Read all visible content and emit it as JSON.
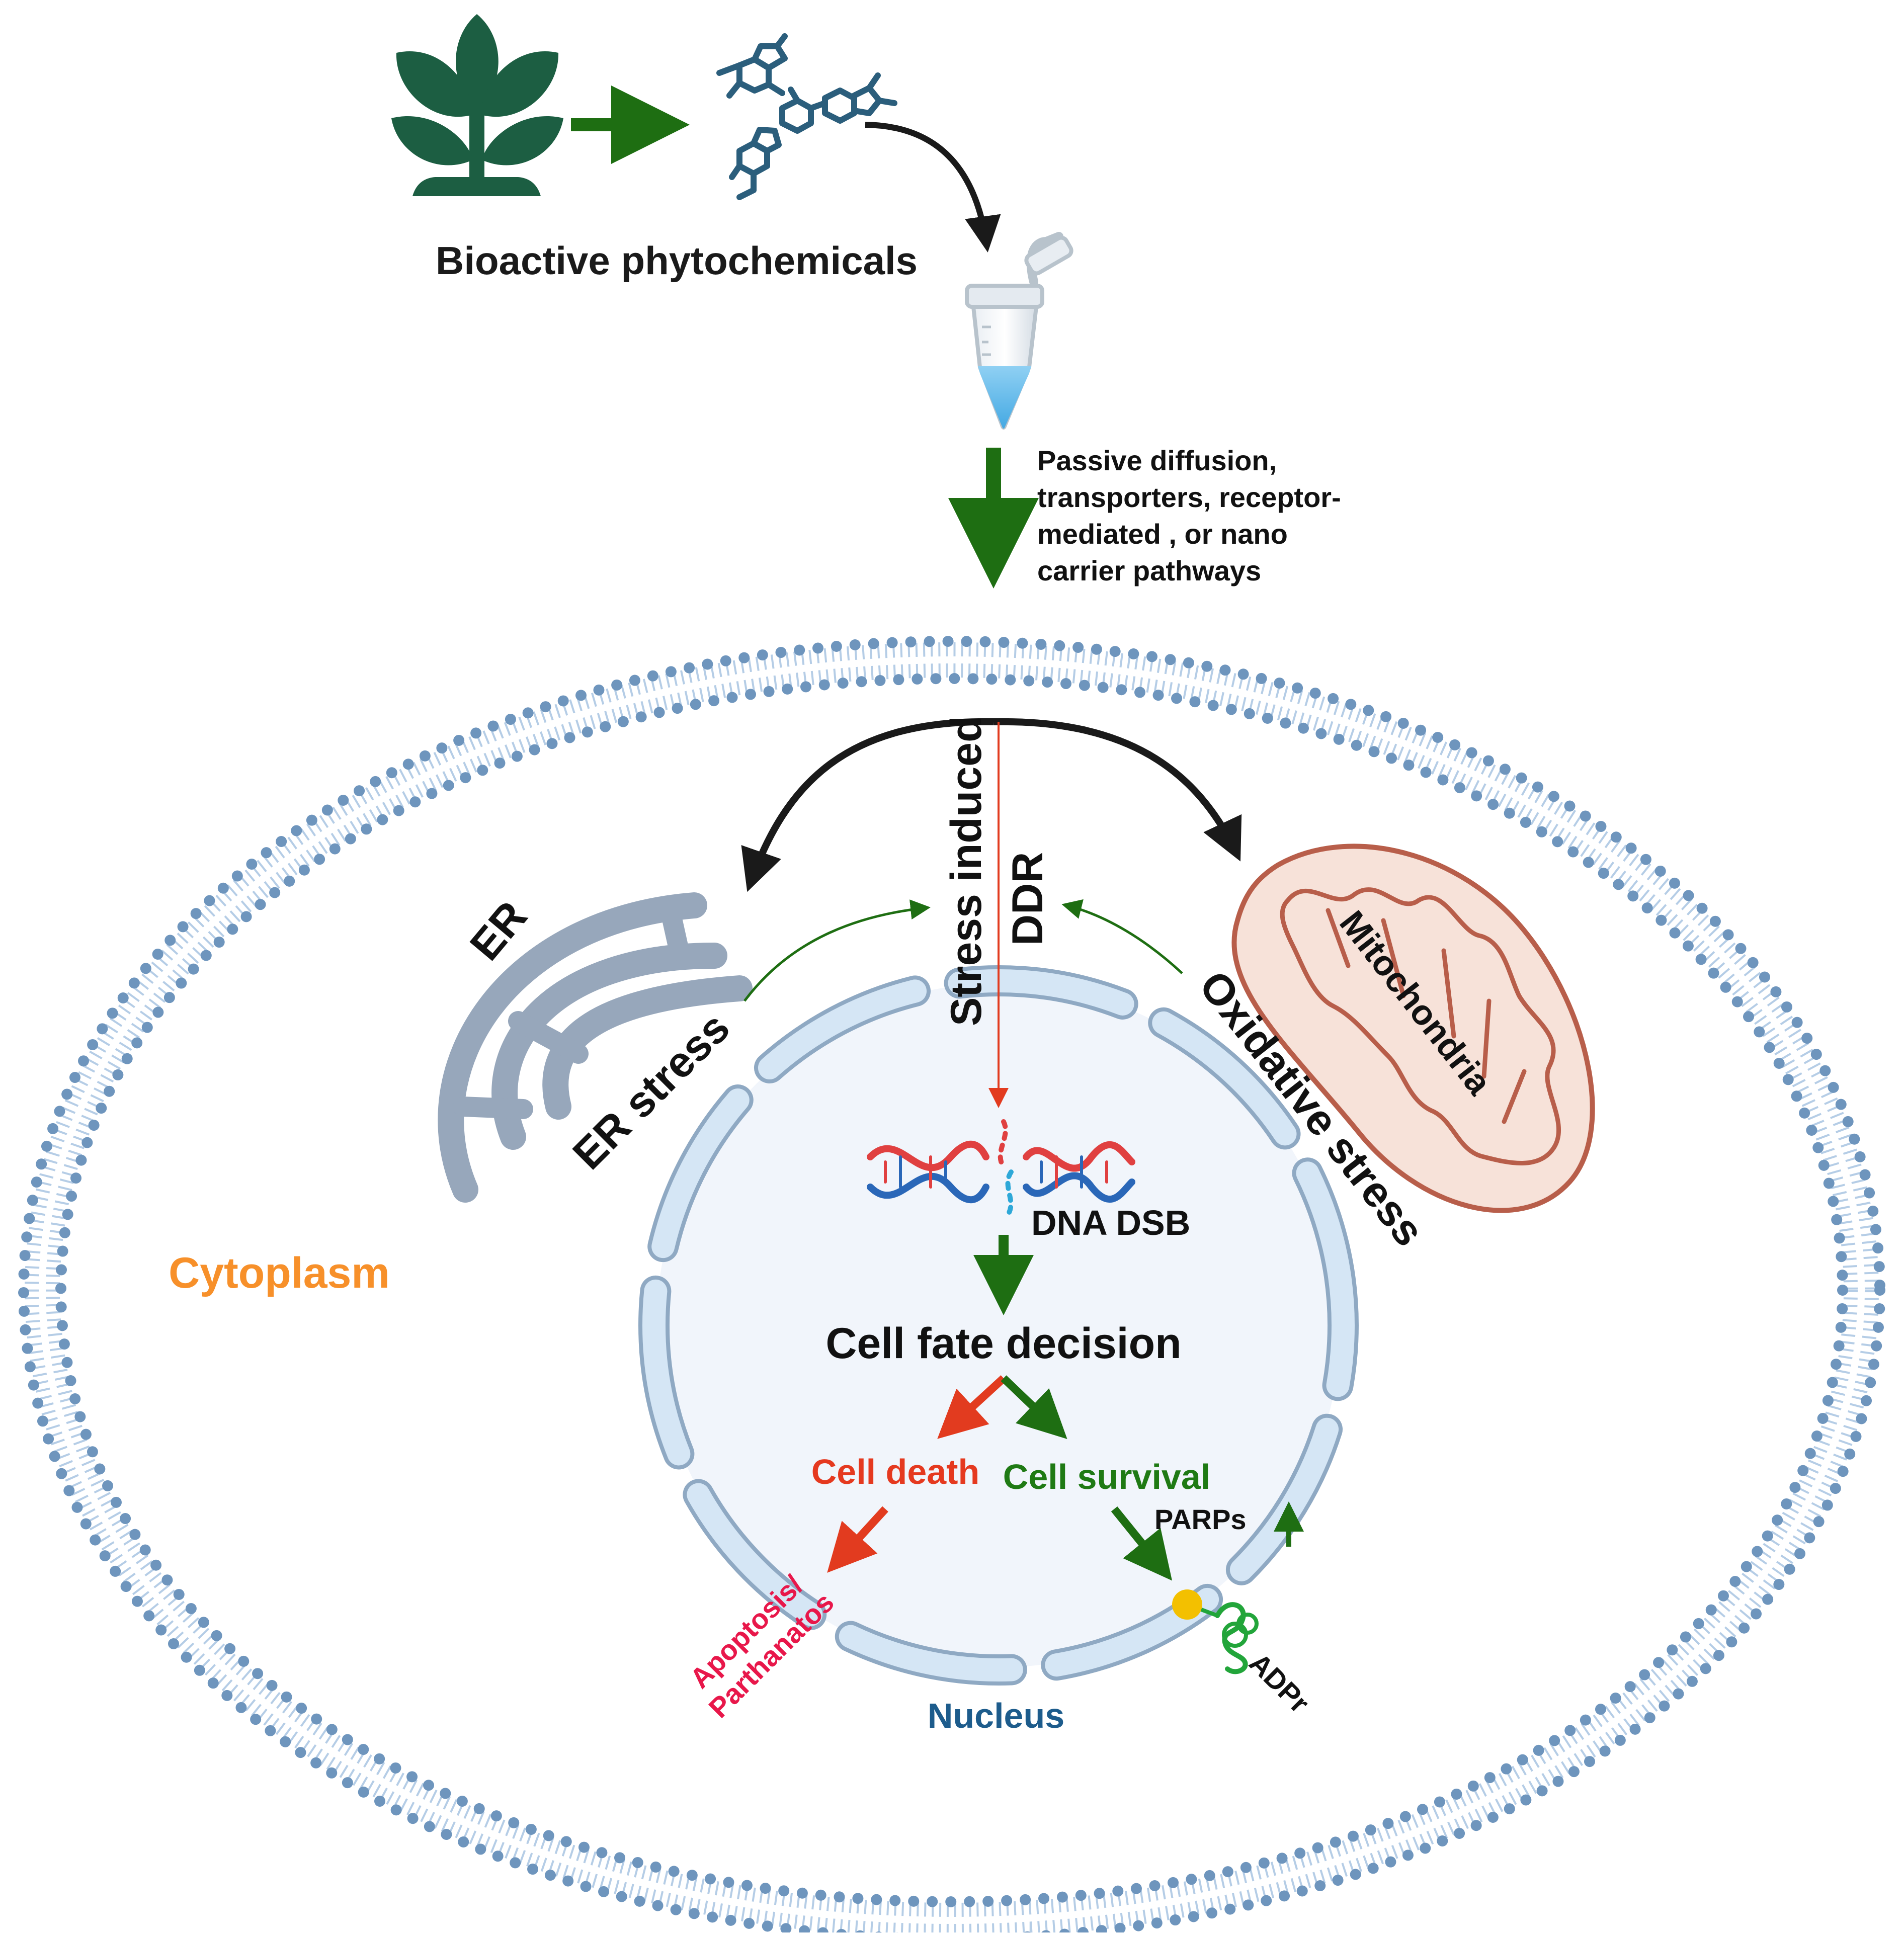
{
  "labels": {
    "bioactive": "Bioactive phytochemicals",
    "uptake_lines": [
      "Passive diffusion,",
      "transporters, receptor-",
      "mediated , or nano",
      "carrier pathways"
    ],
    "er": "ER",
    "er_stress": "ER stress",
    "stress_induced": "Stress induced",
    "ddr": "DDR",
    "mitochondria": "Mitochondria",
    "oxidative_stress": "Oxidative stress",
    "cytoplasm": "Cytoplasm",
    "dna_dsb": "DNA DSB",
    "cell_fate": "Cell fate decision",
    "cell_death": "Cell death",
    "cell_survival": "Cell survival",
    "parps": "PARPs",
    "apoptosis_lines": [
      "Apoptosis/",
      "Parthanatos"
    ],
    "adpr": "ADPr",
    "nucleus": "Nucleus"
  },
  "colors": {
    "arrow_green": "#1e6e12",
    "arrow_black": "#1a1a1a",
    "arrow_red": "#e23b1f",
    "membrane_blue": "#6e95bd",
    "er_gray": "#97a7bb",
    "mito_fill": "#f7e2d9",
    "mito_stroke": "#b85e4a",
    "nucleus_fill": "#f1f5fb",
    "nucleus_envelope": "#d5e6f5",
    "plant_green": "#1c5e42",
    "molecule_blue": "#2b5e7c",
    "adp_yellow": "#f3c000",
    "adp_green": "#22a53a"
  }
}
